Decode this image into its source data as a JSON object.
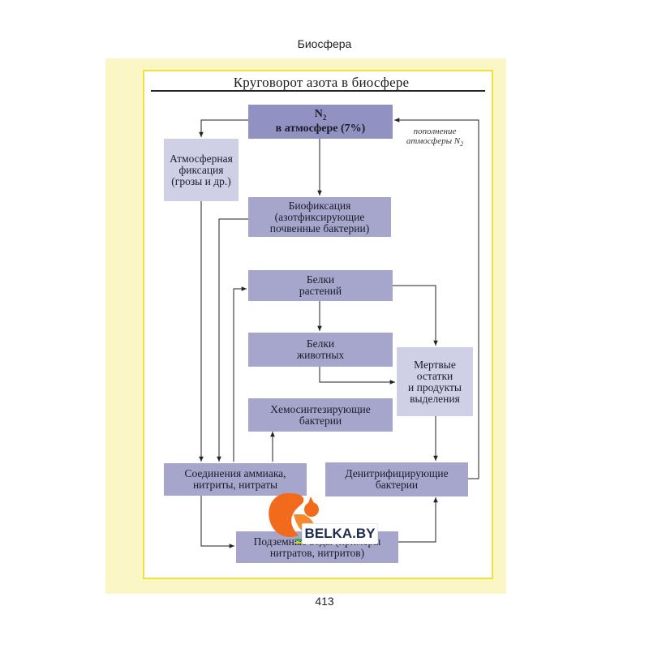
{
  "header": {
    "section": "Биосфера"
  },
  "page_number": "413",
  "diagram": {
    "title": "Круговорот азота в биосфере",
    "nodes": {
      "n2": {
        "line1": "N",
        "sub": "2",
        "line2": "в атмосфере (7%)"
      },
      "atm_fix": [
        "Атмосферная",
        "фиксация",
        "(грозы и др.)"
      ],
      "biofix": [
        "Биофиксация",
        "(азотфиксирующие",
        "почвенные бактерии)"
      ],
      "plants": [
        "Белки",
        "растений"
      ],
      "animals": [
        "Белки",
        "животных"
      ],
      "dead": [
        "Мертвые",
        "остатки",
        "и продукты",
        "выделения"
      ],
      "chemo": [
        "Хемосинтезирующие",
        "бактерии"
      ],
      "ammonia": [
        "Соединения аммиака,",
        "нитриты, нитраты"
      ],
      "denitr": [
        "Денитрифицирующие",
        "бактерии"
      ],
      "underground": [
        "Подземные воды (примеры",
        "нитратов, нитритов)"
      ]
    },
    "note": {
      "line1": "пополнение",
      "line2": "атмосферы N",
      "sub": "2"
    }
  },
  "watermark": {
    "text": "BELKA.BY"
  },
  "colors": {
    "panel": "#faf6c6",
    "frame": "#f0e23a",
    "box_dark": "#a6a6cc",
    "box_light": "#cfcfe6",
    "box_top": "#9292c2"
  }
}
